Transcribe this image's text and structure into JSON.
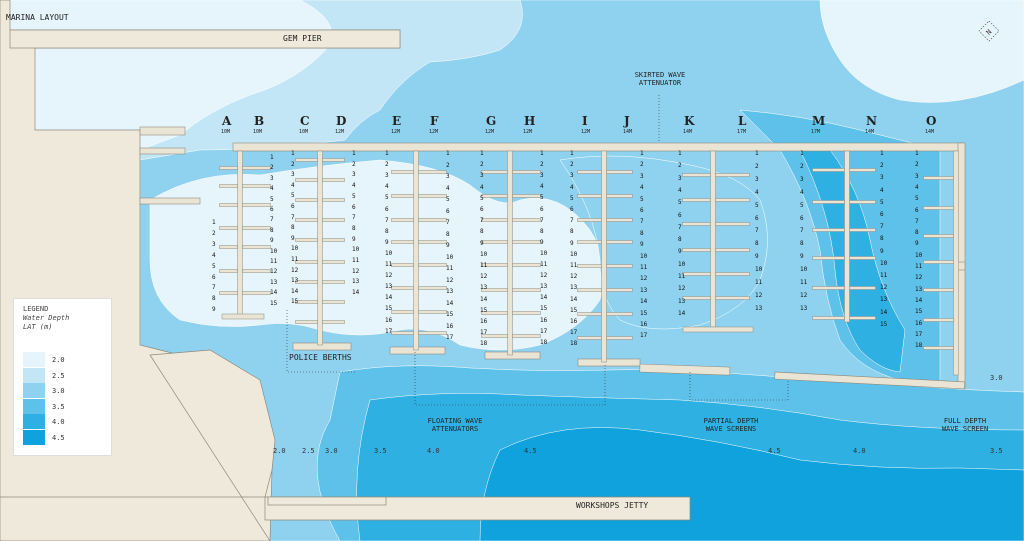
{
  "map": {
    "title": "MARINA LAYOUT",
    "gem_pier_label": "GEM PIER",
    "workshops_jetty_label": "WORKSHOPS JETTY",
    "police_berths_label": "POLICE BERTHS",
    "skirted_attenuator_label": "SKIRTED WAVE\nATTENUATOR",
    "floating_attenuators_label": "FLOATING WAVE\nATTENUATORS",
    "partial_screens_label": "PARTIAL DEPTH\nWAVE SCREENS",
    "full_screen_label": "FULL DEPTH\nWAVE SCREEN",
    "compass_label": "N"
  },
  "legend": {
    "title": "LEGEND",
    "subtitle_1": "Water Depth",
    "subtitle_2": "LAT (m)",
    "items": [
      {
        "label": "2.0",
        "color": "#e6f4fb"
      },
      {
        "label": "2.5",
        "color": "#c2e6f6"
      },
      {
        "label": "3.0",
        "color": "#8fd2f0"
      },
      {
        "label": "3.5",
        "color": "#5ec1ea"
      },
      {
        "label": "4.0",
        "color": "#2fb0e3"
      },
      {
        "label": "4.5",
        "color": "#0fa2dc"
      }
    ]
  },
  "colors": {
    "land": "#eee9da",
    "structure": "#e9e4d4",
    "structure_outline": "#8f8a7c",
    "depth_2_0": "#e6f4fb",
    "depth_2_5": "#c2e6f6",
    "depth_3_0": "#8fd2f0",
    "depth_3_5": "#5ec1ea",
    "depth_4_0": "#2fb0e3",
    "depth_4_5": "#0fa2dc"
  },
  "depth_labels": [
    {
      "text": "2.0"
    },
    {
      "text": "2.5"
    },
    {
      "text": "3.0"
    },
    {
      "text": "3.5"
    },
    {
      "text": "4.0"
    },
    {
      "text": "4.5"
    },
    {
      "text": "4.5"
    },
    {
      "text": "4.0"
    },
    {
      "text": "3.5"
    },
    {
      "text": "3.0"
    }
  ],
  "piers": [
    {
      "letter": "A",
      "width": "10M"
    },
    {
      "letter": "B",
      "width": "10M"
    },
    {
      "letter": "C",
      "width": "10M"
    },
    {
      "letter": "D",
      "width": "12M"
    },
    {
      "letter": "E",
      "width": "12M"
    },
    {
      "letter": "F",
      "width": "12M"
    },
    {
      "letter": "G",
      "width": "12M"
    },
    {
      "letter": "H",
      "width": "12M"
    },
    {
      "letter": "I",
      "width": "12M"
    },
    {
      "letter": "J",
      "width": "14M"
    },
    {
      "letter": "K",
      "width": "14M"
    },
    {
      "letter": "L",
      "width": "17M"
    },
    {
      "letter": "M",
      "width": "17M"
    },
    {
      "letter": "N",
      "width": "14M"
    },
    {
      "letter": "O",
      "width": "14M"
    }
  ],
  "berth_columns": [
    {
      "count": 9
    },
    {
      "count": 15
    },
    {
      "count": 15
    },
    {
      "count": 14
    },
    {
      "count": 17
    },
    {
      "count": 17
    },
    {
      "count": 18
    },
    {
      "count": 18
    },
    {
      "count": 18
    },
    {
      "count": 17
    },
    {
      "count": 14
    },
    {
      "count": 13
    },
    {
      "count": 13
    },
    {
      "count": 15
    },
    {
      "count": 18
    }
  ]
}
